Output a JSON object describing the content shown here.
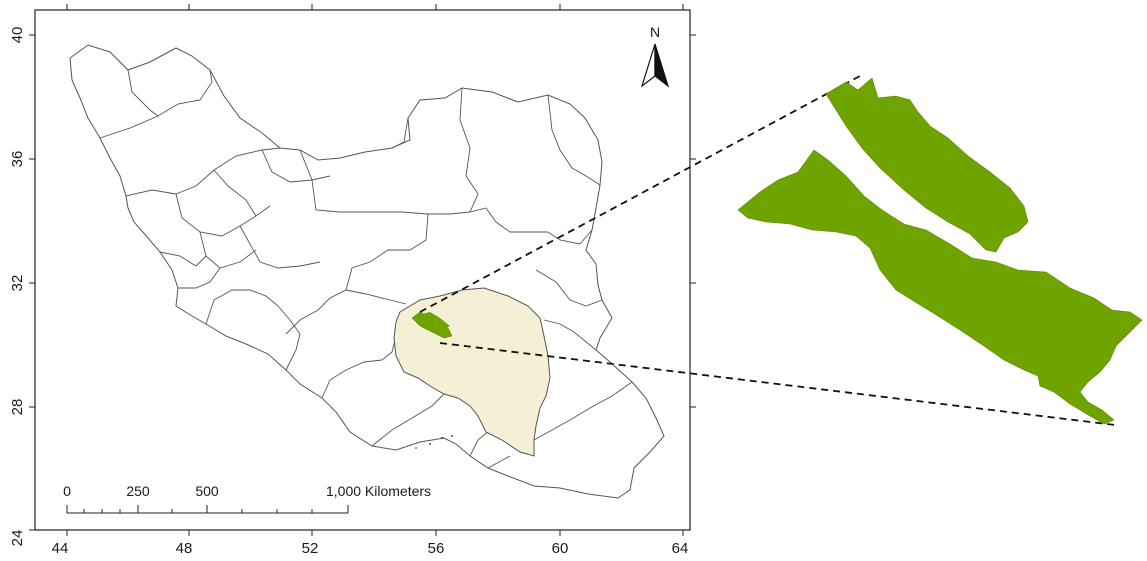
{
  "map": {
    "x_ticks": [
      "44",
      "48",
      "52",
      "56",
      "60",
      "64"
    ],
    "y_ticks": [
      "40",
      "36",
      "32",
      "28",
      "24"
    ],
    "north_arrow": {
      "letter": "N",
      "icon": "north-arrow-icon"
    },
    "scale_bar": {
      "labels": [
        "0",
        "250",
        "500",
        "1,000 Kilometers"
      ]
    },
    "colors": {
      "province_highlight": "#f5efd6",
      "study_area": "#6fa300",
      "boundaries": "#555555",
      "frame": "#222222",
      "leader_lines": "#111111"
    }
  }
}
